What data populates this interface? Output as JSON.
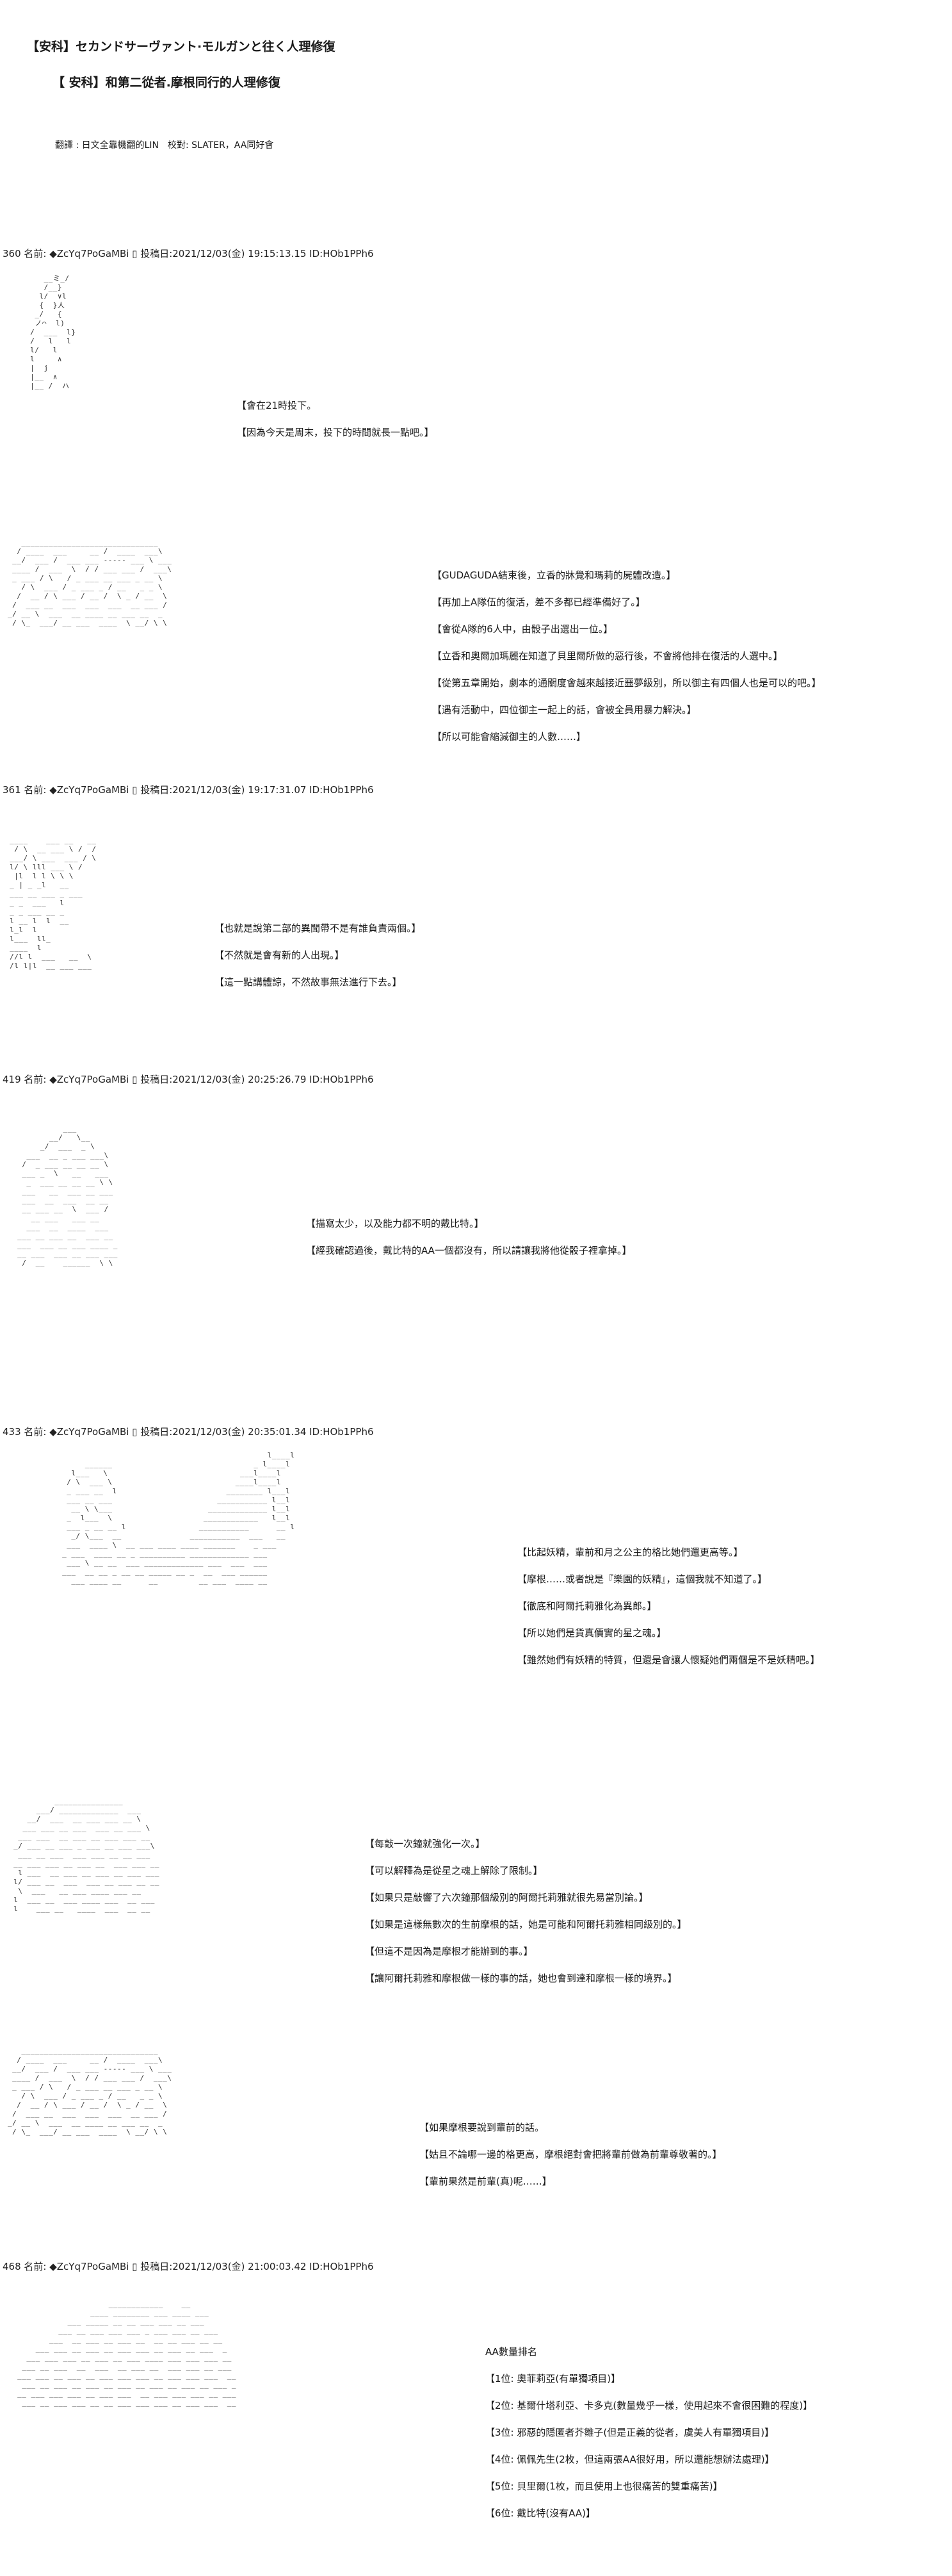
{
  "header": {
    "title_line1": "【安科】セカンドサーヴァント·モルガンと往く人理修復",
    "title_line2": "【 安科】和第二從者.摩根同行的人理修復",
    "credits": "翻譯 : 日文全靠機翻的LIN　校對: SLATER，AA同好會"
  },
  "posts": [
    {
      "header": "360 名前: ◆ZcYq7PoGaMBi ▯ 投稿日:2021/12/03(金) 19:15:13.15 ID:HOb1PPh6",
      "scenes": [
        {
          "lines": [
            "【會在21時投下。",
            "【因為今天是周末，投下的時間就長一點吧。】"
          ]
        },
        {
          "lines": [
            "【GUDAGUDA結束後，立香的牀覺和瑪莉的屍體改造。】",
            "【再加上A隊伍的復活，差不多都已經準備好了。】",
            "【會從A隊的6人中，由骰子出選出一位。】",
            "【立香和奧爾加瑪麗在知道了貝里爾所做的惡行後，不會將他排在復活的人選中。】",
            "【從第五章開始，劇本的通關度會越來越接近噩夢級別，所以御主有四個人也是可以的吧。】",
            "【遇有活動中，四位御主一起上的話，會被全員用暴力解決。】",
            "【所以可能會縮減御主的人數……】"
          ]
        }
      ]
    },
    {
      "header": "361 名前: ◆ZcYq7PoGaMBi ▯ 投稿日:2021/12/03(金) 19:17:31.07 ID:HOb1PPh6",
      "scenes": [
        {
          "lines": [
            "【也就是說第二部的異聞帶不是有誰負責兩個。】",
            "【不然就是會有新的人出現。】",
            "【這一點講體諒，不然故事無法進行下去。】"
          ]
        }
      ]
    },
    {
      "header": "419 名前: ◆ZcYq7PoGaMBi ▯ 投稿日:2021/12/03(金) 20:25:26.79 ID:HOb1PPh6",
      "scenes": [
        {
          "lines": [
            "【描寫太少，以及能力都不明的戴比特。】",
            "【經我確認過後，戴比特的AA一個都沒有，所以請讓我將他從骰子裡拿掉。】"
          ]
        }
      ]
    },
    {
      "header": "433 名前: ◆ZcYq7PoGaMBi ▯ 投稿日:2021/12/03(金) 20:35:01.34 ID:HOb1PPh6",
      "scenes": [
        {
          "lines": [
            "【比起妖精，輩前和月之公主的格比她們還更高等。】",
            "【摩根……或者說是『樂園的妖精』，這個我就不知道了。】",
            "【徹底和阿爾托莉雅化為異郎。】",
            "【所以她們是貨真價實的星之魂。】",
            "【雖然她們有妖精的特質，但還是會讓人懷疑她們兩個是不是妖精吧。】"
          ]
        },
        {
          "lines": [
            "【每敲一次鐘就強化一次。】",
            "【可以解釋為是從星之魂上解除了限制。】",
            "【如果只是敲響了六次鐘那個級別的阿爾托莉雅就很先易當別論。】",
            "【如果是這樣無數次的生前摩根的話，她是可能和阿爾托莉雅相同級別的。】",
            "【但這不是因為是摩根才能辦到的事。】",
            "【讓阿爾托莉雅和摩根做一樣的事的話，她也會到達和摩根一樣的境界。】"
          ]
        },
        {
          "lines": [
            "【如果摩根要說到輩前的話。",
            "【姑且不論哪一邊的格更高，摩根絕對會把將輩前做為前輩尊敬著的。】",
            "【輩前果然是前輩(真)呢……】"
          ]
        }
      ]
    },
    {
      "header": "468 名前: ◆ZcYq7PoGaMBi ▯ 投稿日:2021/12/03(金) 21:00:03.42 ID:HOb1PPh6",
      "scenes": [
        {
          "lines": [
            "AA數量排名",
            "【1位: 奧菲莉亞(有單獨項目)】",
            "【2位: 基爾什塔利亞、卡多克(數量幾乎一樣，使用起來不會很困難的程度)】",
            "【3位: 邪惡的隱匿者芥雛子(但是正義的從者，虞美人有單獨項目)】",
            "【4位: 佩佩先生(2枚，但這兩張AA很好用，所以還能想辦法處理)】",
            "【5位: 貝里爾(1枚，而且使用上也很痛苦的雙重痛苦)】",
            "【6位: 戴比特(沒有AA)】"
          ]
        }
      ]
    }
  ]
}
